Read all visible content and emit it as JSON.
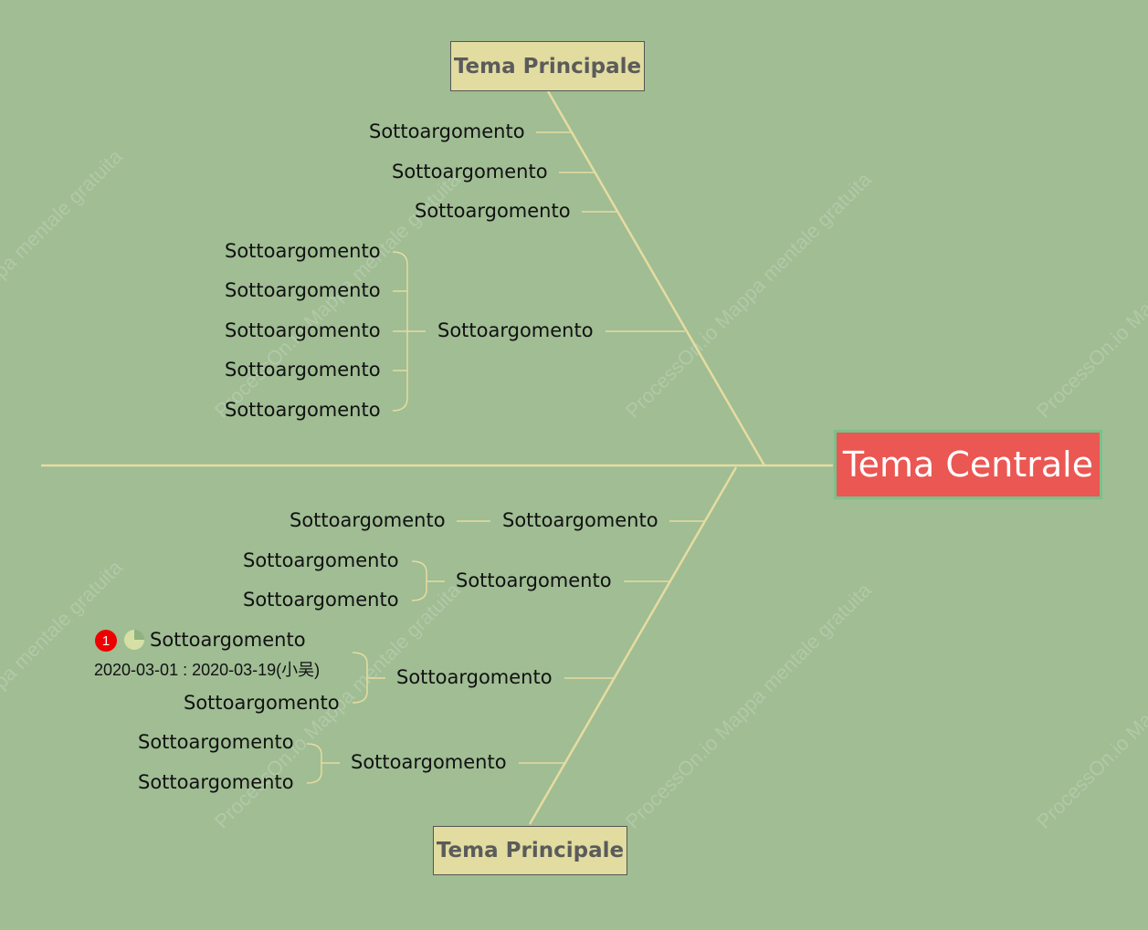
{
  "colors": {
    "background": "#a0bd94",
    "line": "#e6dca0",
    "central_fill": "#eb5752",
    "central_border": "#7cbf8d",
    "main_fill": "#e2dca0",
    "priority": "#ee0000"
  },
  "watermark": "ProcessOn.io Mappa mentale gratuita",
  "central": {
    "label": "Tema Centrale"
  },
  "top_branch": {
    "label": "Tema Principale",
    "subs": [
      {
        "label": "Sottoargomento"
      },
      {
        "label": "Sottoargomento"
      },
      {
        "label": "Sottoargomento"
      },
      {
        "label": "Sottoargomento",
        "children": [
          "Sottoargomento",
          "Sottoargomento",
          "Sottoargomento",
          "Sottoargomento",
          "Sottoargomento"
        ]
      }
    ]
  },
  "bottom_branch": {
    "label": "Tema Principale",
    "subs": [
      {
        "label": "Sottoargomento",
        "children": [
          "Sottoargomento"
        ]
      },
      {
        "label": "Sottoargomento",
        "children": [
          "Sottoargomento",
          "Sottoargomento"
        ]
      },
      {
        "label": "Sottoargomento",
        "children": [
          {
            "label": "Sottoargomento",
            "priority": "1",
            "progress_percent": 25,
            "date_range": "2020-03-01 : 2020-03-19(小吴)"
          },
          {
            "label": "Sottoargomento"
          }
        ]
      },
      {
        "label": "Sottoargomento",
        "children": [
          "Sottoargomento",
          "Sottoargomento"
        ]
      }
    ]
  }
}
